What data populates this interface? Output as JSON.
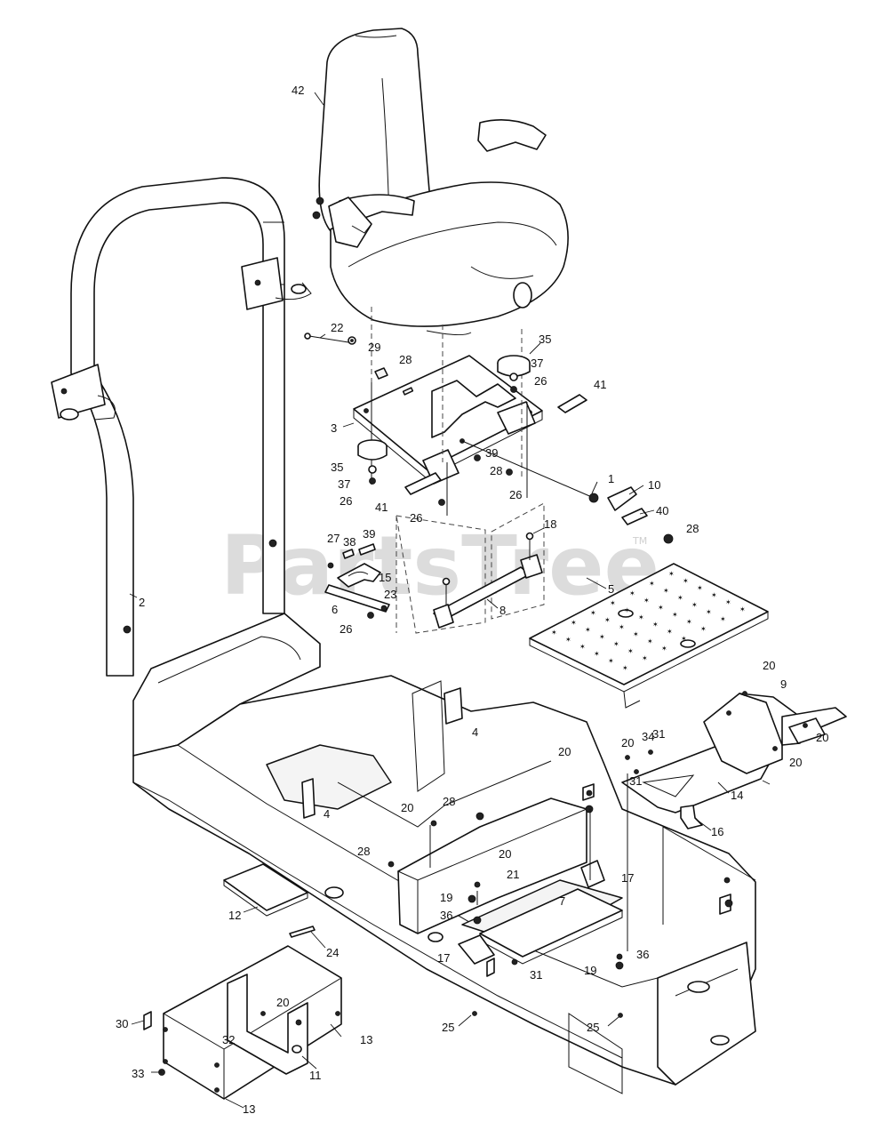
{
  "watermark": {
    "text": "PartsTree",
    "trademark": "TM"
  },
  "callouts": [
    {
      "id": "c42",
      "text": "42"
    },
    {
      "id": "c22",
      "text": "22"
    },
    {
      "id": "c29",
      "text": "29"
    },
    {
      "id": "c28a",
      "text": "28"
    },
    {
      "id": "c35a",
      "text": "35"
    },
    {
      "id": "c37a",
      "text": "37"
    },
    {
      "id": "c26a",
      "text": "26"
    },
    {
      "id": "c41a",
      "text": "41"
    },
    {
      "id": "c3",
      "text": "3"
    },
    {
      "id": "c35b",
      "text": "35"
    },
    {
      "id": "c39a",
      "text": "39"
    },
    {
      "id": "c28b",
      "text": "28"
    },
    {
      "id": "c37b",
      "text": "37"
    },
    {
      "id": "c26b",
      "text": "26"
    },
    {
      "id": "c26c",
      "text": "26"
    },
    {
      "id": "c41b",
      "text": "41"
    },
    {
      "id": "c26d",
      "text": "26"
    },
    {
      "id": "c1",
      "text": "1"
    },
    {
      "id": "c10",
      "text": "10"
    },
    {
      "id": "c40",
      "text": "40"
    },
    {
      "id": "c28c",
      "text": "28"
    },
    {
      "id": "c27",
      "text": "27"
    },
    {
      "id": "c38",
      "text": "38"
    },
    {
      "id": "c39b",
      "text": "39"
    },
    {
      "id": "c18",
      "text": "18"
    },
    {
      "id": "c15",
      "text": "15"
    },
    {
      "id": "c23",
      "text": "23"
    },
    {
      "id": "c6",
      "text": "6"
    },
    {
      "id": "c26e",
      "text": "26"
    },
    {
      "id": "c8",
      "text": "8"
    },
    {
      "id": "c5",
      "text": "5"
    },
    {
      "id": "c2",
      "text": "2"
    },
    {
      "id": "c20a",
      "text": "20"
    },
    {
      "id": "c9",
      "text": "9"
    },
    {
      "id": "c4a",
      "text": "4"
    },
    {
      "id": "c20b",
      "text": "20"
    },
    {
      "id": "c20c",
      "text": "20"
    },
    {
      "id": "c34",
      "text": "34"
    },
    {
      "id": "c31a",
      "text": "31"
    },
    {
      "id": "c20d",
      "text": "20"
    },
    {
      "id": "c31b",
      "text": "31"
    },
    {
      "id": "c20e",
      "text": "20"
    },
    {
      "id": "c14",
      "text": "14"
    },
    {
      "id": "c4b",
      "text": "4"
    },
    {
      "id": "c20f",
      "text": "20"
    },
    {
      "id": "c28d",
      "text": "28"
    },
    {
      "id": "c16",
      "text": "16"
    },
    {
      "id": "c28e",
      "text": "28"
    },
    {
      "id": "c20g",
      "text": "20"
    },
    {
      "id": "c21",
      "text": "21"
    },
    {
      "id": "c17a",
      "text": "17"
    },
    {
      "id": "c19a",
      "text": "19"
    },
    {
      "id": "c36a",
      "text": "36"
    },
    {
      "id": "c7",
      "text": "7"
    },
    {
      "id": "c12",
      "text": "12"
    },
    {
      "id": "c24",
      "text": "24"
    },
    {
      "id": "c17b",
      "text": "17"
    },
    {
      "id": "c31c",
      "text": "31"
    },
    {
      "id": "c19b",
      "text": "19"
    },
    {
      "id": "c36b",
      "text": "36"
    },
    {
      "id": "c20h",
      "text": "20"
    },
    {
      "id": "c30",
      "text": "30"
    },
    {
      "id": "c13a",
      "text": "13"
    },
    {
      "id": "c32",
      "text": "32"
    },
    {
      "id": "c25a",
      "text": "25"
    },
    {
      "id": "c25b",
      "text": "25"
    },
    {
      "id": "c33",
      "text": "33"
    },
    {
      "id": "c11",
      "text": "11"
    },
    {
      "id": "c13b",
      "text": "13"
    }
  ]
}
